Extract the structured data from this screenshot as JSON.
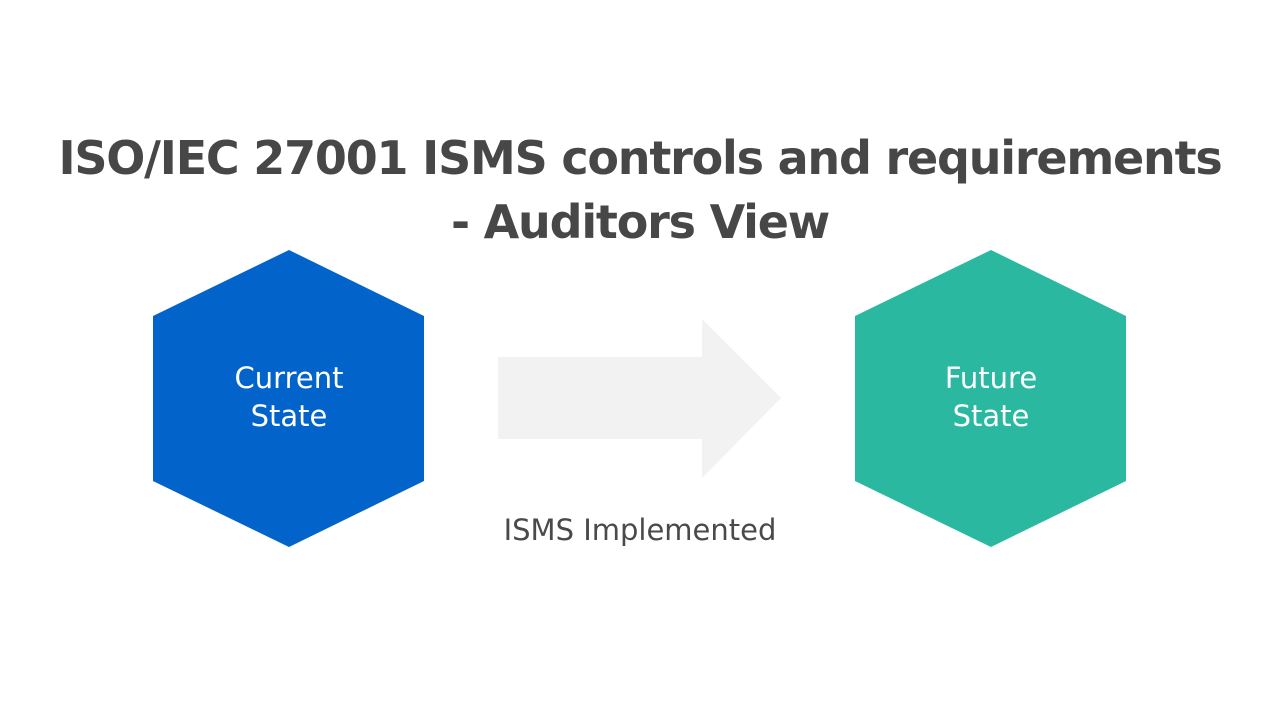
{
  "title": {
    "line1": "ISO/IEC 27001 ISMS controls and requirements",
    "line2": "- Auditors View"
  },
  "current_state": {
    "line1": "Current",
    "line2": "State",
    "color": "#0263CB"
  },
  "future_state": {
    "line1": "Future",
    "line2": "State",
    "color": "#2BB8A1"
  },
  "arrow": {
    "caption": "ISMS Implemented",
    "color": "#F2F2F2"
  }
}
